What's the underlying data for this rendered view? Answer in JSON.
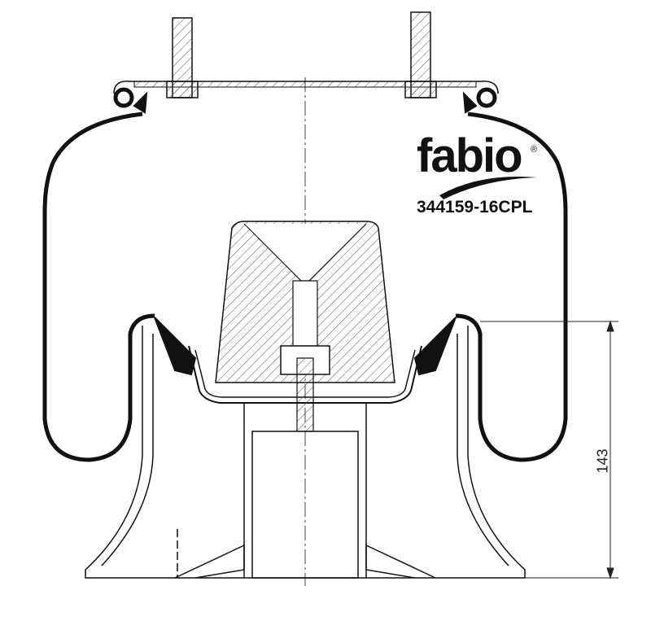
{
  "brand": {
    "name": "fabio",
    "registered": "®"
  },
  "part_number": "344159-16CPL",
  "dimension": {
    "height_label": "143"
  },
  "colors": {
    "line": "#111111",
    "hatch": "#555555"
  }
}
